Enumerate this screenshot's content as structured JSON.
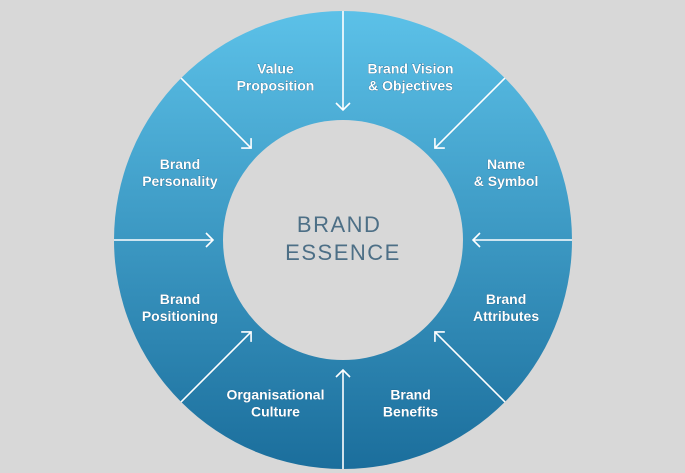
{
  "diagram": {
    "center_lines": [
      "BRAND",
      "ESSENCE"
    ],
    "segments": [
      {
        "lines": [
          "Brand Vision",
          "& Objectives"
        ]
      },
      {
        "lines": [
          "Name",
          "& Symbol"
        ]
      },
      {
        "lines": [
          "Brand",
          "Attributes"
        ]
      },
      {
        "lines": [
          "Brand",
          "Benefits"
        ]
      },
      {
        "lines": [
          "Organisational",
          "Culture"
        ]
      },
      {
        "lines": [
          "Brand",
          "Positioning"
        ]
      },
      {
        "lines": [
          "Brand",
          "Personality"
        ]
      },
      {
        "lines": [
          "Value",
          "Proposition"
        ]
      }
    ]
  },
  "colors": {
    "background": "#d8d8d8",
    "ring_top": "#5cc1e8",
    "ring_bottom": "#1b6e9c",
    "center_fill": "#d8d8d8",
    "divider": "#ffffff",
    "center_text": "#4d6f86"
  }
}
